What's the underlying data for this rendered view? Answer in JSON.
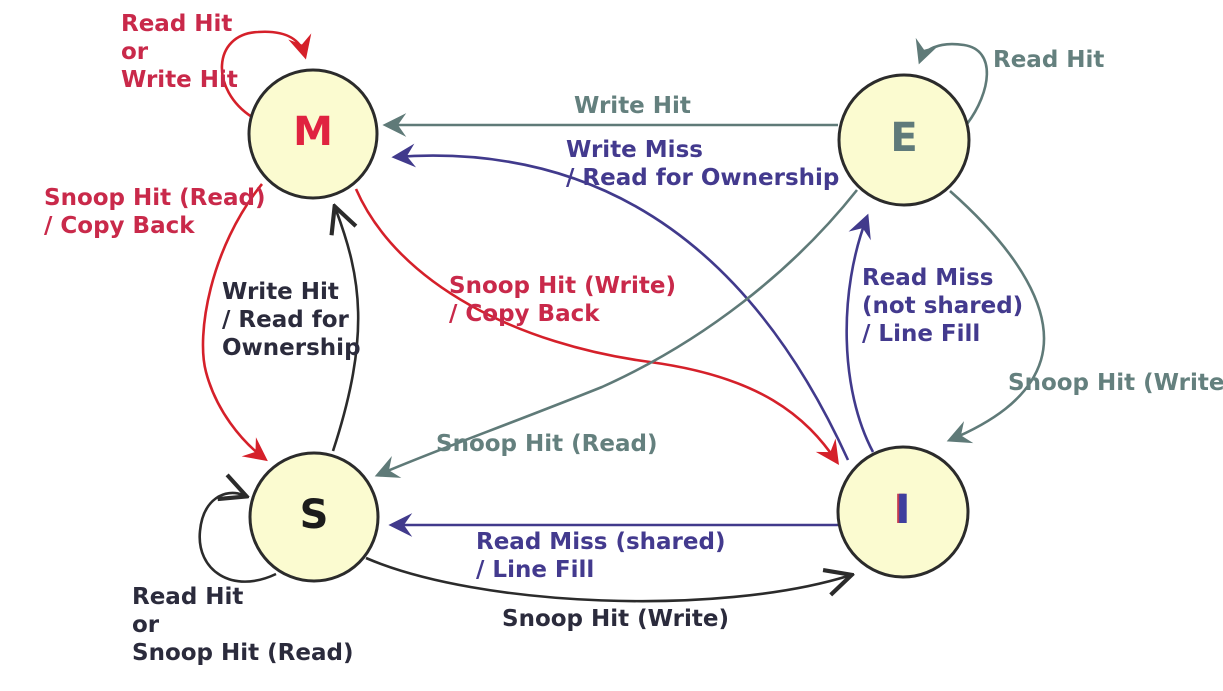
{
  "diagram_type": "state-transition-diagram",
  "colors": {
    "state_fill": "#fbfbd0",
    "state_border": "#2b2b2b",
    "red_edge": "#d5202a",
    "red_label": "#c9294a",
    "slate_edge": "#5f7a78",
    "slate_label": "#64807e",
    "purple_edge": "#413a8c",
    "purple_label": "#433a8e",
    "black_edge": "#2b2b2b",
    "navy_label": "#2b2b3c",
    "state_letter_m": "#e02340",
    "state_letter_e": "#5f7a7a",
    "state_letter_s": "#1c1c1c",
    "state_letter_i": "#3f3f9e"
  },
  "states": {
    "m": {
      "label": "M"
    },
    "e": {
      "label": "E"
    },
    "s": {
      "label": "S"
    },
    "i": {
      "label": "I"
    }
  },
  "edges": {
    "m_self": {
      "from": "M",
      "to": "M",
      "color": "red",
      "lines": [
        "Read Hit",
        "or",
        "Write Hit"
      ]
    },
    "e_self": {
      "from": "E",
      "to": "E",
      "color": "slate",
      "lines": [
        "Read Hit"
      ]
    },
    "e_to_m": {
      "from": "E",
      "to": "M",
      "color": "slate",
      "lines": [
        "Write Hit"
      ]
    },
    "i_to_m": {
      "from": "I",
      "to": "M",
      "color": "purple",
      "lines": [
        "Write Miss",
        "/ Read for Ownership"
      ]
    },
    "m_to_s": {
      "from": "M",
      "to": "S",
      "color": "red",
      "lines": [
        "Snoop Hit (Read)",
        "/ Copy Back"
      ]
    },
    "s_to_m": {
      "from": "S",
      "to": "M",
      "color": "black",
      "lines": [
        "Write Hit",
        "/ Read for",
        "Ownership"
      ]
    },
    "m_to_i": {
      "from": "M",
      "to": "I",
      "color": "red",
      "lines": [
        "Snoop Hit (Write)",
        "/ Copy Back"
      ]
    },
    "i_to_e": {
      "from": "I",
      "to": "E",
      "color": "purple",
      "lines": [
        "Read Miss",
        "(not shared)",
        "/ Line Fill"
      ]
    },
    "e_to_i": {
      "from": "E",
      "to": "I",
      "color": "slate",
      "lines": [
        "Snoop Hit (Write)"
      ]
    },
    "e_to_s": {
      "from": "E",
      "to": "S",
      "color": "slate",
      "lines": [
        "Snoop Hit (Read)"
      ]
    },
    "i_to_s": {
      "from": "I",
      "to": "S",
      "color": "purple",
      "lines": [
        "Read Miss (shared)",
        "/ Line Fill"
      ]
    },
    "s_to_i": {
      "from": "S",
      "to": "I",
      "color": "black",
      "lines": [
        "Snoop Hit (Write)"
      ]
    },
    "s_self": {
      "from": "S",
      "to": "S",
      "color": "black",
      "lines": [
        "Read Hit",
        "or",
        "Snoop Hit (Read)"
      ]
    }
  }
}
